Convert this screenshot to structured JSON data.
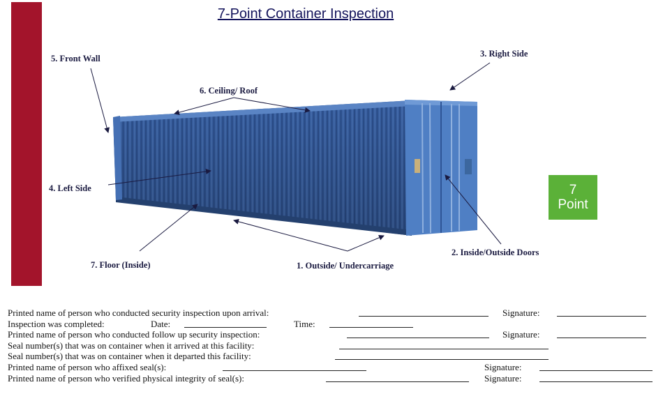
{
  "title": "7-Point Container Inspection",
  "badge": {
    "line1": "7",
    "line2": "Point",
    "color": "#5bb138"
  },
  "accent_bar_color": "#a3142b",
  "points": {
    "p1": "1. Outside/ Undercarriage",
    "p2": "2. Inside/Outside Doors",
    "p3": "3. Right Side",
    "p4": "4. Left Side",
    "p5": "5. Front Wall",
    "p6": "6. Ceiling/ Roof",
    "p7": "7. Floor (Inside)"
  },
  "form": {
    "arrival_name": "Printed name of person who conducted security inspection upon arrival:",
    "signature": "Signature:",
    "completed": "Inspection was completed:",
    "date": "Date:",
    "time": "Time:",
    "followup_name": "Printed name of person who conducted follow up security inspection:",
    "seal_arrived": "Seal number(s) that was on container when it arrived at this facility:",
    "seal_departed": "Seal number(s) that was on container when it departed this facility:",
    "affixed": "Printed name of person who affixed seal(s):",
    "verified": "Printed name of person who verified physical integrity of seal(s):"
  }
}
